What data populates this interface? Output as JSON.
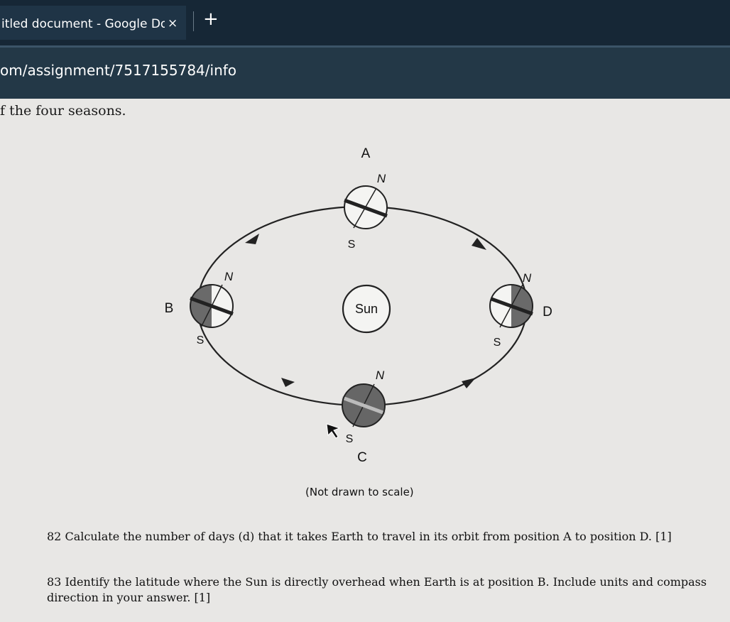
{
  "browser": {
    "tab_title": "itled document - Google Do",
    "tab_close": "×",
    "new_tab": "+",
    "url": "om/assignment/7517155784/info"
  },
  "document": {
    "intro_line": "f the four seasons.",
    "diagram": {
      "positions": {
        "A": "A",
        "B": "B",
        "C": "C",
        "D": "D"
      },
      "north": "N",
      "south": "S",
      "sun": "Sun",
      "caption": "(Not drawn to scale)"
    },
    "questions": [
      {
        "text": "82 Calculate the number of days (d) that it takes Earth to travel in its orbit from position A to position D.   [1]"
      },
      {
        "text": "83 Identify the latitude where the Sun is directly overhead when Earth is at position B. Include units and compass direction in your answer.  [1]"
      }
    ]
  }
}
